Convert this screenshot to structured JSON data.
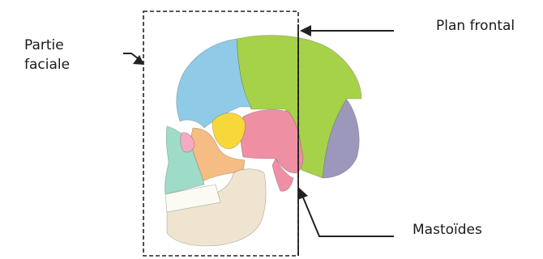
{
  "labels": {
    "partie_faciale_line1": "Partie",
    "partie_faciale_line2": "faciale",
    "plan_frontal": "Plan frontal",
    "mastoides": "Mastoïdes"
  },
  "colors": {
    "parietal": "#a6d24a",
    "frontal": "#8fcbe6",
    "temporal": "#ef8fa3",
    "occipital": "#9c98bc",
    "sphenoid": "#f6d83a",
    "zygomatic": "#f5bd83",
    "maxilla": "#9fdbc9",
    "mandible": "#efe4cf",
    "nasal": "#f6a9c2",
    "teeth": "#fbfbf3",
    "outline": "#222222"
  }
}
